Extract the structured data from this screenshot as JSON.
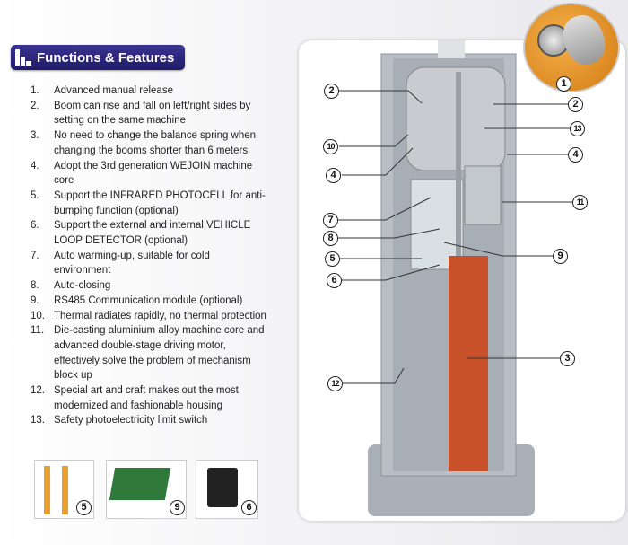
{
  "header": {
    "title": "Functions & Features"
  },
  "features": [
    {
      "num": "1.",
      "text": "Advanced manual release"
    },
    {
      "num": "2.",
      "text": "Boom can rise and fall on left/right sides by setting on the same machine"
    },
    {
      "num": "3.",
      "text": "No need to change the balance spring when changing the booms shorter than 6 meters"
    },
    {
      "num": "4.",
      "text": "Adopt the 3rd generation WEJOIN machine core"
    },
    {
      "num": "5.",
      "text": "Support the INFRARED PHOTOCELL for anti-bumping function (optional)"
    },
    {
      "num": "6.",
      "text": "Support the external and internal VEHICLE LOOP DETECTOR (optional)"
    },
    {
      "num": "7.",
      "text": "Auto warming-up, suitable for cold environment"
    },
    {
      "num": "8.",
      "text": "Auto-closing"
    },
    {
      "num": "9.",
      "text": "RS485 Communication module (optional)"
    },
    {
      "num": "10.",
      "text": "Thermal radiates rapidly, no thermal protection"
    },
    {
      "num": "11.",
      "text": "Die-casting aluminium alloy machine core and advanced double-stage driving motor, effectively solve the problem of mechanism block up"
    },
    {
      "num": "12.",
      "text": "Special art and craft makes out the most modernized and fashionable housing"
    },
    {
      "num": "13.",
      "text": "Safety photoelectricity limit switch"
    }
  ],
  "callouts": {
    "c1": "1",
    "c2a": "2",
    "c2b": "2",
    "c13": "13",
    "c10": "10",
    "c4a": "4",
    "c4b": "4",
    "c11": "11",
    "c7": "7",
    "c8": "8",
    "c9": "9",
    "c5": "5",
    "c6": "6",
    "c3": "3",
    "c12": "12"
  },
  "thumbs": {
    "t5": "5",
    "t9": "9",
    "t6": "6"
  },
  "colors": {
    "header": "#2a2378",
    "boom_arm": "#c9512a",
    "housing": "#b9bec4"
  }
}
